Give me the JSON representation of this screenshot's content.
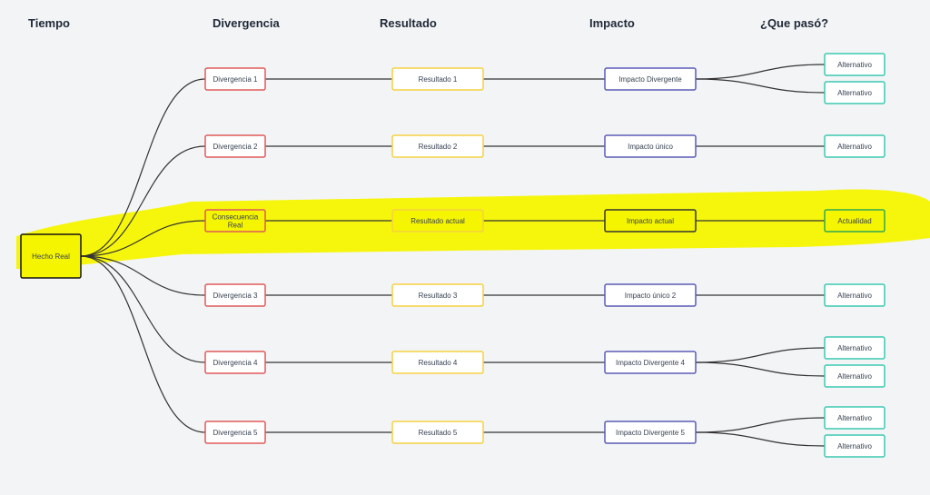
{
  "headers": {
    "tiempo": "Tiempo",
    "divergencia": "Divergencia",
    "resultado": "Resultado",
    "impacto": "Impacto",
    "que_paso": "¿Que pasó?"
  },
  "root": {
    "label": "Hecho Real"
  },
  "rows": [
    {
      "divergence": "Divergencia 1",
      "result": "Resultado 1",
      "impact": "Impacto Divergente",
      "outcomes": [
        "Alternativo",
        "Alternativo"
      ],
      "highlighted": false
    },
    {
      "divergence": "Divergencia 2",
      "result": "Resultado 2",
      "impact": "Impacto único",
      "outcomes": [
        "Alternativo"
      ],
      "highlighted": false
    },
    {
      "divergence": "Consecuencia\nReal",
      "result": "Resultado actual",
      "impact": "Impacto actual",
      "outcomes": [
        "Actualidad"
      ],
      "highlighted": true
    },
    {
      "divergence": "Divergencia 3",
      "result": "Resultado 3",
      "impact": "Impacto único 2",
      "outcomes": [
        "Alternativo"
      ],
      "highlighted": false
    },
    {
      "divergence": "Divergencia 4",
      "result": "Resultado 4",
      "impact": "Impacto Divergente 4",
      "outcomes": [
        "Alternativo",
        "Alternativo"
      ],
      "highlighted": false
    },
    {
      "divergence": "Divergencia 5",
      "result": "Resultado 5",
      "impact": "Impacto Divergente 5",
      "outcomes": [
        "Alternativo",
        "Alternativo"
      ],
      "highlighted": false
    }
  ],
  "colors": {
    "background": "#f3f4f6",
    "divergence_border": "#e05a5a",
    "result_border": "#f5d142",
    "impact_border": "#5b5bb5",
    "outcome_border": "#3cc9b2",
    "highlight": "#f5f500",
    "connector": "#333333",
    "root_border": "#111111"
  }
}
